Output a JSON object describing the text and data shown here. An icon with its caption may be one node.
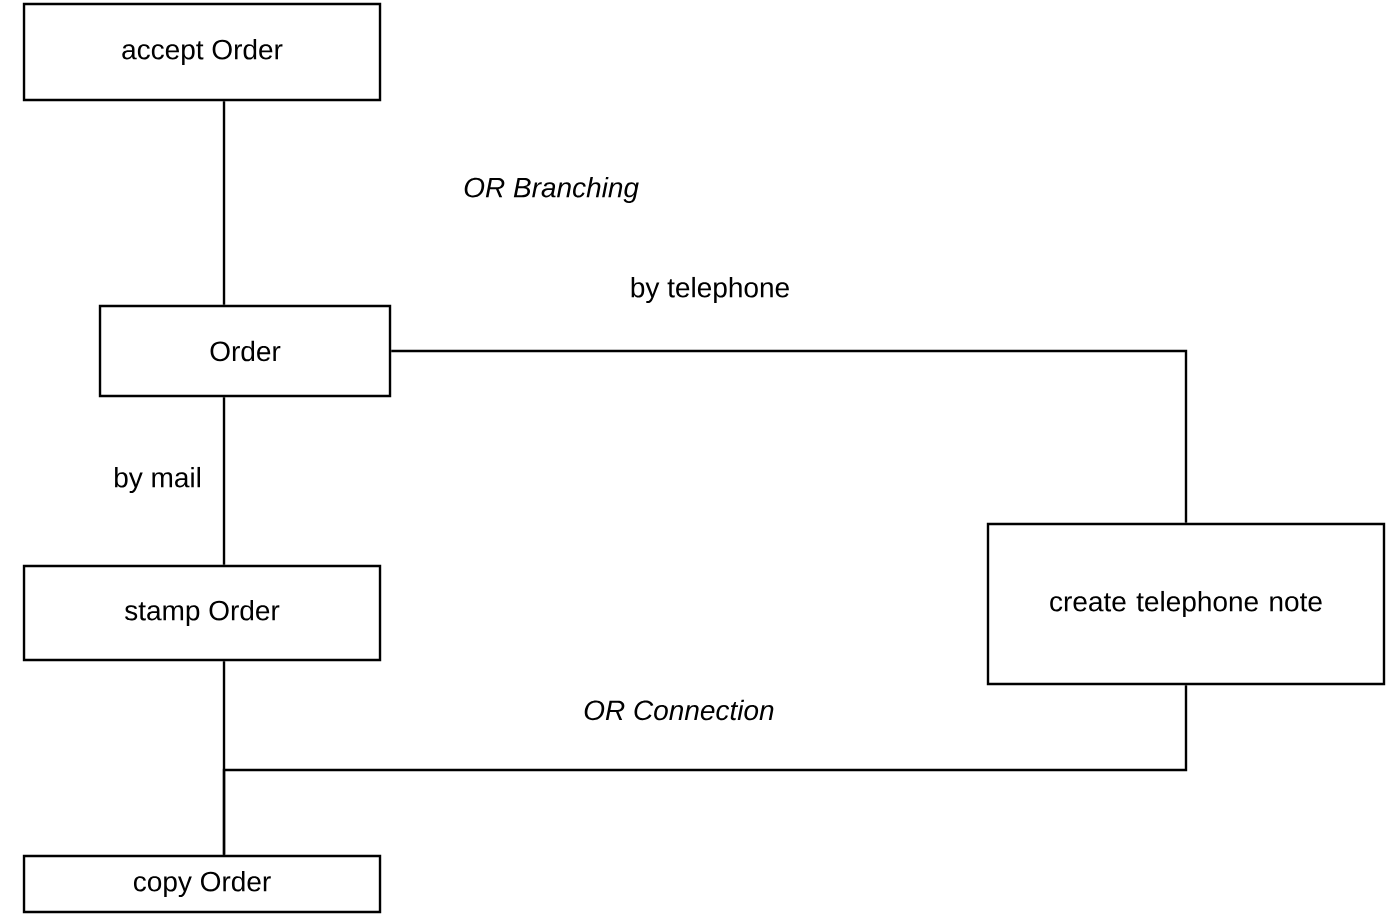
{
  "diagram": {
    "nodes": [
      {
        "text": [
          "accept Order"
        ]
      },
      {
        "text": [
          "Order"
        ]
      },
      {
        "text": [
          "stamp Order"
        ]
      },
      {
        "text": [
          "create telephone note"
        ]
      },
      {
        "text": [
          "copy Order"
        ]
      }
    ],
    "edges": [
      {
        "from": 0,
        "to": 1,
        "arrow": "none"
      },
      {
        "from": 1,
        "to": 2,
        "arrow": "none",
        "label": "by mail"
      },
      {
        "from": 1,
        "to": 3,
        "arrow": "none",
        "label": "by telephone"
      },
      {
        "from": 2,
        "to": 4,
        "arrow": "none"
      },
      {
        "from": 3,
        "to": 4,
        "arrow": "none"
      }
    ],
    "labels": [
      "OR Branching",
      "OR Connection"
    ]
  }
}
